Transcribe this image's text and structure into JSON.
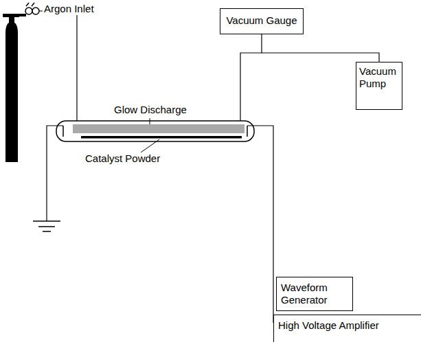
{
  "diagram": {
    "nodes": [
      {
        "text": [
          "Vacuum Gauge"
        ]
      },
      {
        "text": [
          "Vacuum Pump"
        ]
      },
      {
        "text": [
          "Waveform Generator"
        ]
      },
      {
        "text": [
          "High Voltage Amplifier"
        ]
      }
    ],
    "edges": [
      {
        "from": 0,
        "to": 1,
        "arrow": "none"
      }
    ],
    "labels": [
      "Argon Inlet",
      "Glow Discharge",
      "Catalyst Powder"
    ]
  }
}
